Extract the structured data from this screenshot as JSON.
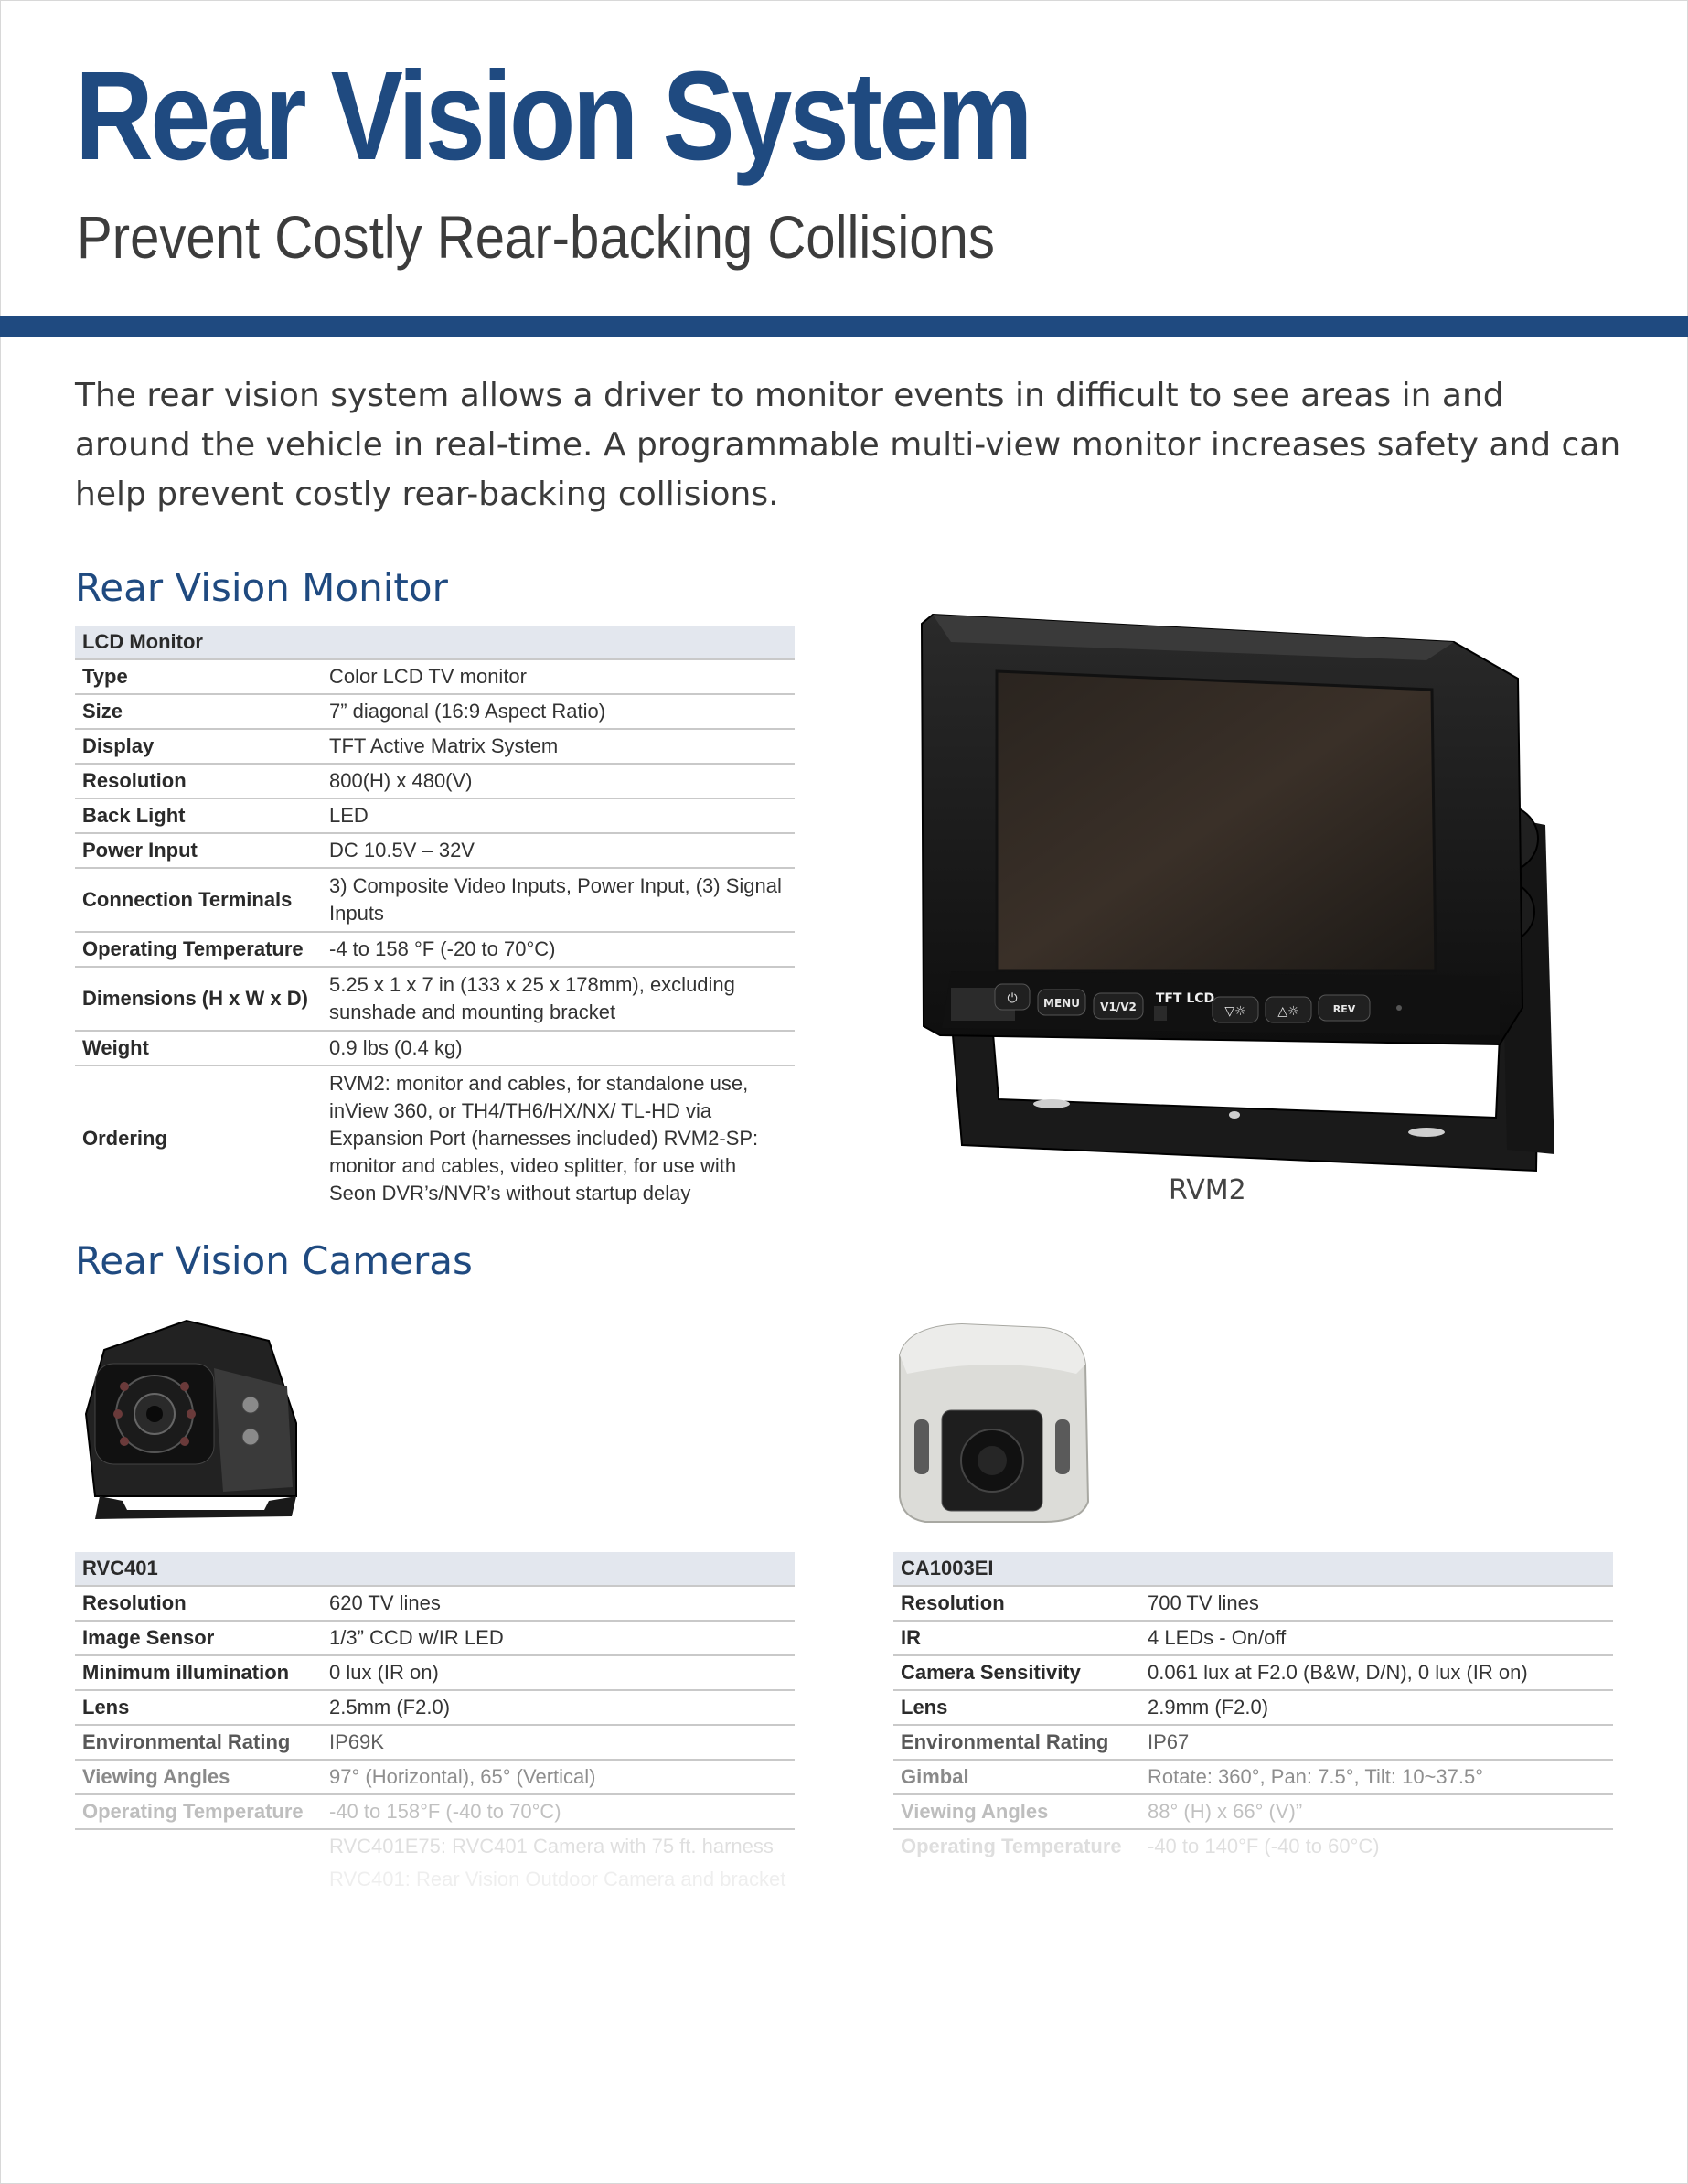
{
  "header": {
    "title": "Rear Vision System",
    "subtitle": "Prevent Costly Rear-backing Collisions"
  },
  "intro": {
    "text": "The rear vision system allows a driver to monitor events in difficult to see areas in and around the vehicle in real-time. A programmable multi-view monitor increases safety and can help prevent costly rear-backing collisions."
  },
  "monitor_section": {
    "heading": "Rear Vision Monitor",
    "table_title": "LCD Monitor",
    "rows": [
      {
        "label": "Type",
        "value": "Color LCD TV monitor"
      },
      {
        "label": "Size",
        "value": "7” diagonal (16:9 Aspect Ratio)"
      },
      {
        "label": "Display",
        "value": "TFT Active Matrix System"
      },
      {
        "label": "Resolution",
        "value": "800(H) x 480(V)"
      },
      {
        "label": "Back Light",
        "value": "LED"
      },
      {
        "label": "Power Input",
        "value": "DC 10.5V – 32V"
      },
      {
        "label": "Connection Terminals",
        "value": "3) Composite Video Inputs, Power Input, (3) Signal Inputs"
      },
      {
        "label": "Operating Temperature",
        "value": "-4 to 158 °F (-20 to 70°C)"
      },
      {
        "label": "Dimensions (H x W x D)",
        "value": "5.25 x 1 x 7 in (133 x 25 x 178mm), excluding sunshade and mounting bracket"
      },
      {
        "label": "Weight",
        "value": "0.9 lbs (0.4 kg)"
      },
      {
        "label": "Ordering",
        "value": "RVM2: monitor and cables, for standalone use, inView 360, or TH4/TH6/HX/NX/ TL-HD via Expansion Port (harnesses included) RVM2-SP: monitor and cables, video splitter, for use with Seon DVR’s/NVR’s without startup delay"
      }
    ],
    "image_caption": "RVM2",
    "monitor_buttons": [
      "MENU",
      "V1/V2",
      "TFT LCD",
      "REV"
    ]
  },
  "cameras_section": {
    "heading": "Rear Vision Cameras",
    "rvc401": {
      "table_title": "RVC401",
      "rows": [
        {
          "label": "Resolution",
          "value": "620 TV lines"
        },
        {
          "label": "Image Sensor",
          "value": "1/3” CCD w/IR LED"
        },
        {
          "label": "Minimum illumination",
          "value": "0 lux (IR on)"
        },
        {
          "label": "Lens",
          "value": "2.5mm (F2.0)"
        },
        {
          "label": "Environmental Rating",
          "value": "IP69K"
        },
        {
          "label": "Viewing Angles",
          "value": "97° (Horizontal), 65° (Vertical)"
        },
        {
          "label": "Operating Temperature",
          "value": "-40 to 158°F (-40 to 70°C)"
        },
        {
          "label": "",
          "value": "RVC401E75: RVC401 Camera with 75 ft. harness"
        },
        {
          "label": "",
          "value": "RVC401: Rear Vision Outdoor Camera and bracket"
        }
      ]
    },
    "ca1003ei": {
      "table_title": "CA1003EI",
      "rows": [
        {
          "label": "Resolution",
          "value": "700 TV lines"
        },
        {
          "label": "IR",
          "value": "4 LEDs - On/off"
        },
        {
          "label": "Camera Sensitivity",
          "value": "0.061 lux at F2.0 (B&W, D/N), 0 lux (IR on)"
        },
        {
          "label": "Lens",
          "value": "2.9mm (F2.0)"
        },
        {
          "label": "Environmental Rating",
          "value": "IP67"
        },
        {
          "label": "Gimbal",
          "value": "Rotate: 360°, Pan: 7.5°, Tilt: 10~37.5°"
        },
        {
          "label": "Viewing Angles",
          "value": "88° (H) x 66° (V)”"
        },
        {
          "label": "Operating Temperature",
          "value": "-40 to 140°F (-40 to 60°C)"
        }
      ]
    }
  },
  "colors": {
    "brand_blue": "#1f4a80",
    "table_header_bg": "#e3e7ee"
  }
}
